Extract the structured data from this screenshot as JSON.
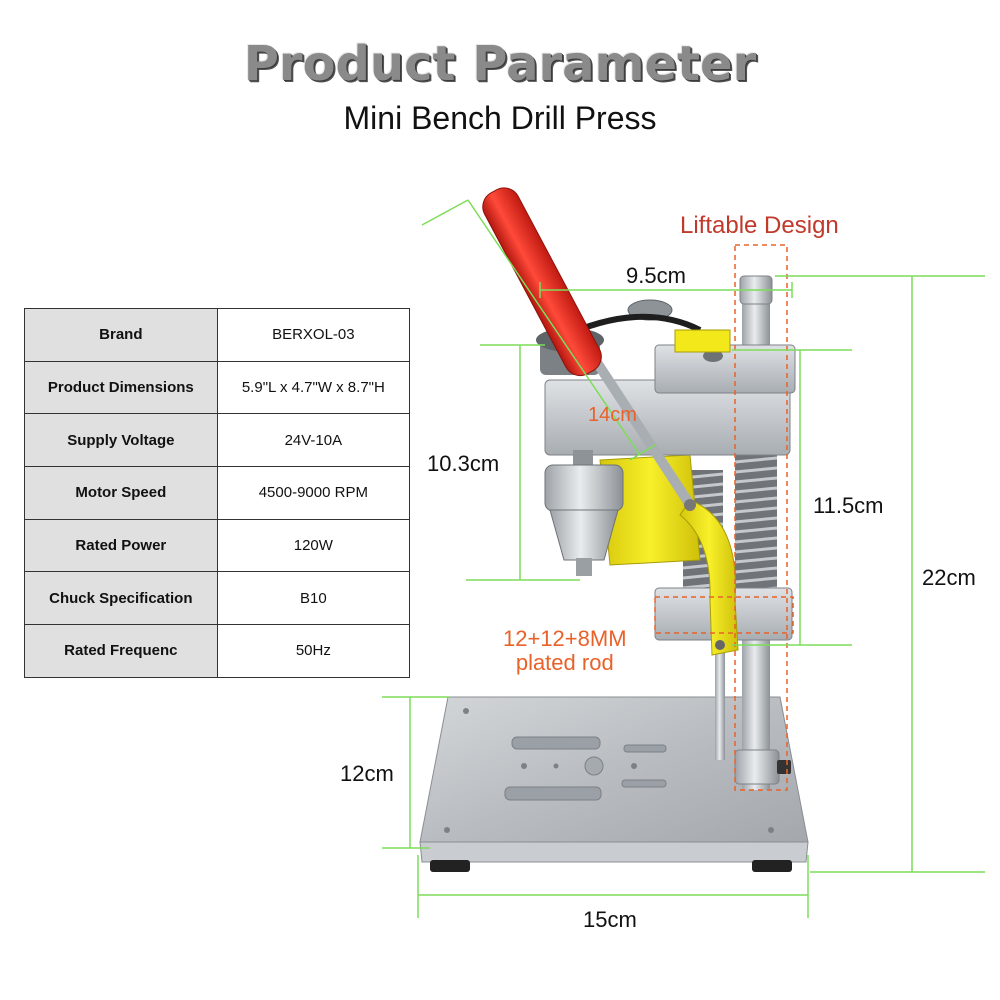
{
  "header": {
    "title": "Product Parameter",
    "subtitle": "Mini Bench Drill Press"
  },
  "spec_table": [
    {
      "key": "Brand",
      "value": "BERXOL-03"
    },
    {
      "key": "Product Dimensions",
      "value": "5.9\"L x 4.7\"W x 8.7\"H"
    },
    {
      "key": "Supply Voltage",
      "value": "24V-10A"
    },
    {
      "key": "Motor Speed",
      "value": "4500-9000 RPM"
    },
    {
      "key": "Rated Power",
      "value": "120W"
    },
    {
      "key": "Chuck Specification",
      "value": "B10"
    },
    {
      "key": "Rated Frequenc",
      "value": "50Hz"
    }
  ],
  "annotations": {
    "liftable": "Liftable Design",
    "width_top": "9.5cm",
    "handle": "14cm",
    "height_head": "10.3cm",
    "column_height": "11.5cm",
    "total_height": "22cm",
    "rod_line1": "12+12+8MM",
    "rod_line2": "plated rod",
    "base_depth": "12cm",
    "base_width": "15cm"
  },
  "colors": {
    "dimension_line": "#7ddc5a",
    "accent_red": "#c0392b",
    "accent_orange": "#e8622a",
    "handle_red": "#e0241b",
    "arm_yellow": "#f2e81a"
  }
}
